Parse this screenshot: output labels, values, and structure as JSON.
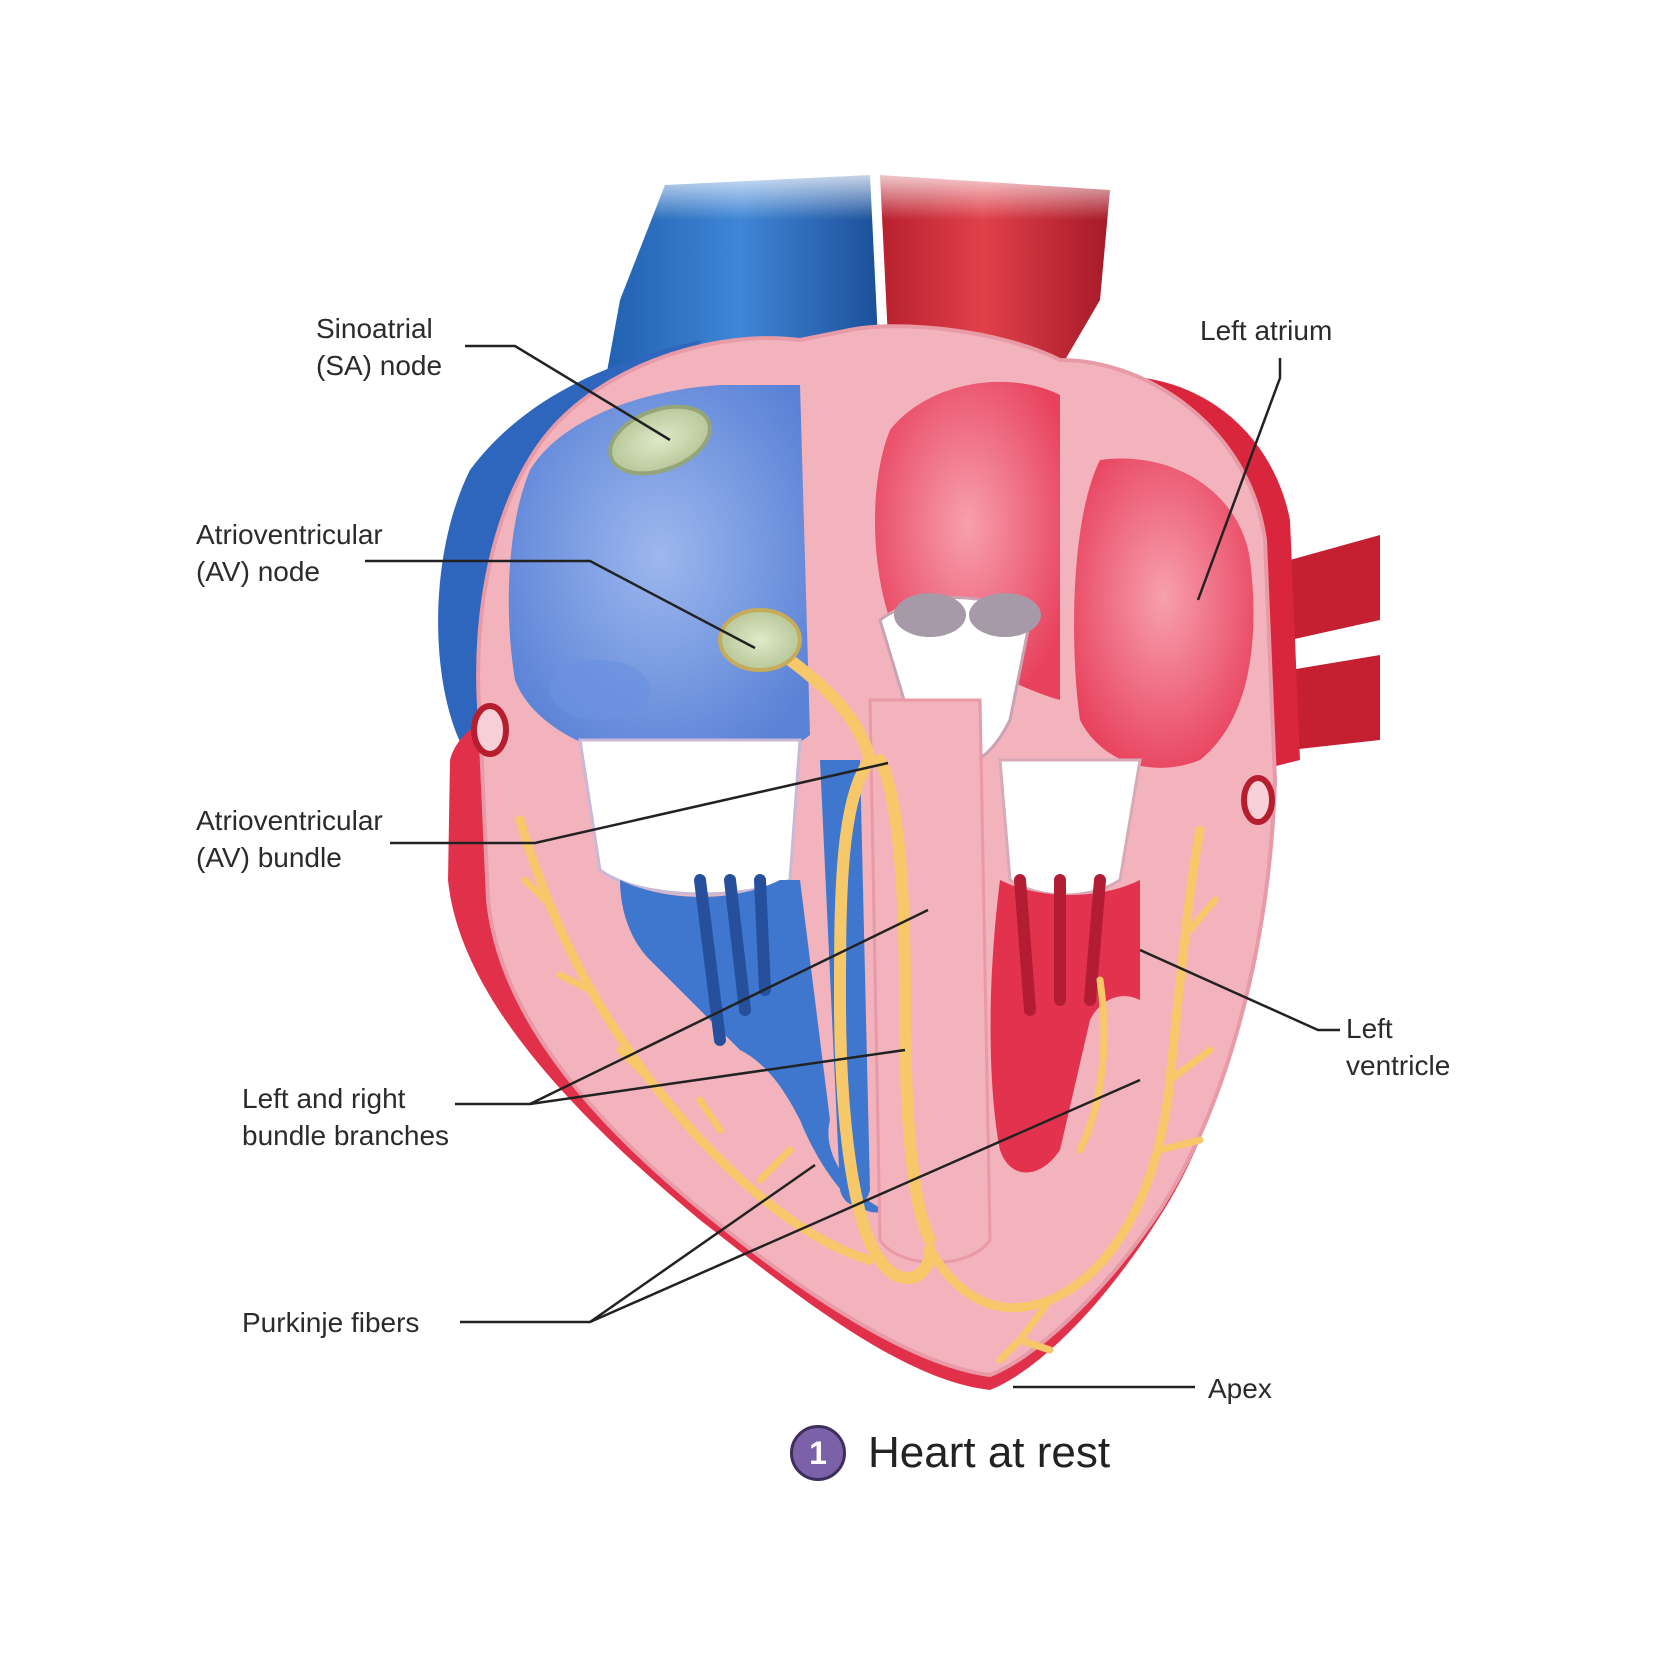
{
  "diagram": {
    "labels": {
      "sa_node": [
        "Sinoatrial",
        "(SA) node"
      ],
      "av_node": [
        "Atrioventricular",
        "(AV) node"
      ],
      "av_bundle": [
        "Atrioventricular",
        "(AV) bundle"
      ],
      "bundle_branches": [
        "Left and right",
        "bundle branches"
      ],
      "purkinje_fibers": [
        "Purkinje fibers"
      ],
      "left_atrium": [
        "Left atrium"
      ],
      "left_ventricle": [
        "Left",
        "ventricle"
      ],
      "apex": [
        "Apex"
      ]
    },
    "caption": {
      "step_number": "1",
      "text": "Heart at rest"
    },
    "colors": {
      "deoxygenated_blue": "#4a78d0",
      "oxygenated_red": "#e8344f",
      "myocardium_pink": "#f2b3bd",
      "conduction_yellow": "#f6c86a",
      "step_badge": "#7b62a8"
    }
  }
}
